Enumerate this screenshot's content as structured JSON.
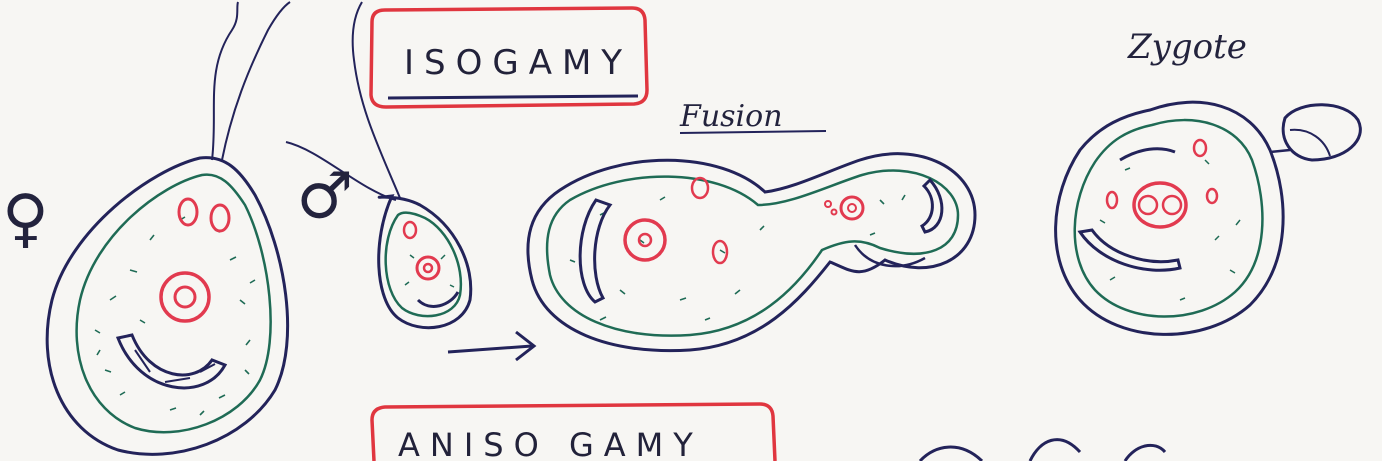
{
  "labels": {
    "top_title": "ISOGAMY",
    "bottom_title": "ANISO GAMY",
    "fusion": "Fusion",
    "zygote": "Zygote",
    "female_symbol": "♀",
    "male_symbol": "♂"
  },
  "colors": {
    "ink": "#23235a",
    "cytoplasm": "#1f6b55",
    "nucleus": "#e23a4f",
    "box": "#e0363f",
    "paper": "#f7f6f3"
  }
}
